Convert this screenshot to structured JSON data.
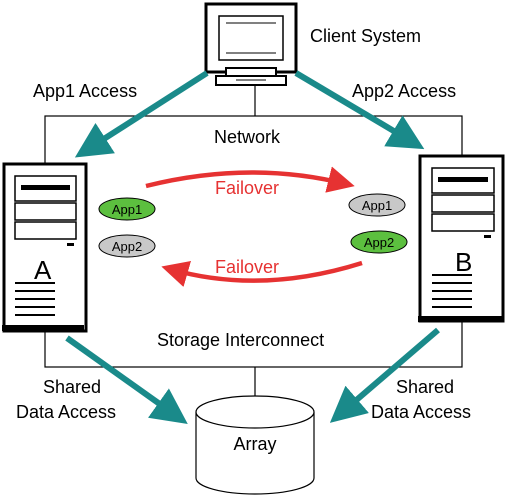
{
  "labels": {
    "client_system": "Client System",
    "app1_access": "App1 Access",
    "app2_access": "App2 Access",
    "network": "Network",
    "failover_top": "Failover",
    "failover_bottom": "Failover",
    "storage_interconnect": "Storage Interconnect",
    "shared_left_1": "Shared",
    "shared_left_2": "Data Access",
    "shared_right_1": "Shared",
    "shared_right_2": "Data Access",
    "array": "Array"
  },
  "servers": {
    "a": {
      "letter": "A",
      "app1": "App1",
      "app2": "App2"
    },
    "b": {
      "letter": "B",
      "app1": "App1",
      "app2": "App2"
    }
  },
  "colors": {
    "teal_arrow": "#1a8a8a",
    "failover_red": "#e63232",
    "app_active_green": "#5cbf3f",
    "app_standby_gray": "#c8c8c8",
    "line": "#000000"
  }
}
